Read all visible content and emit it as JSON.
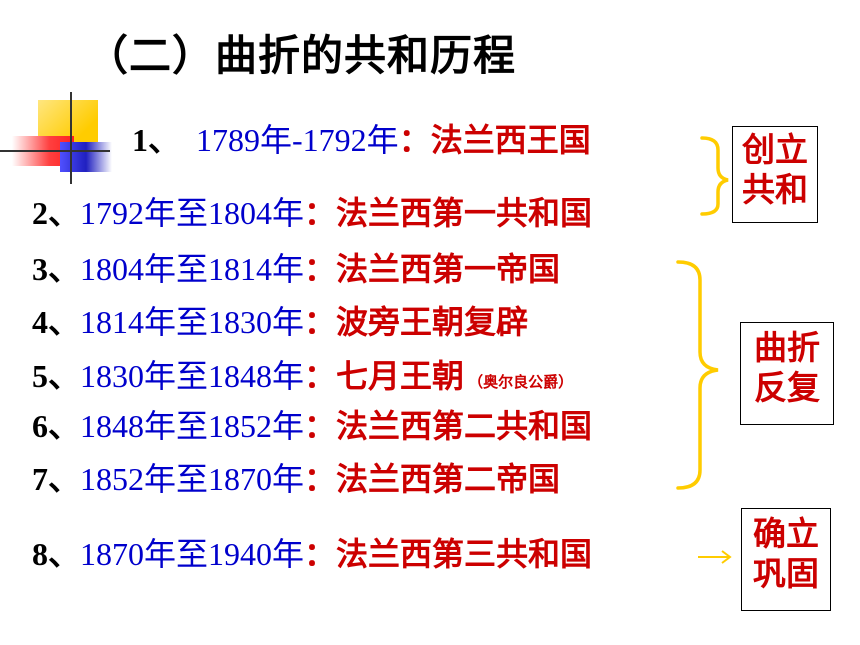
{
  "title": "（二）曲折的共和历程",
  "rows": [
    {
      "num": "1、",
      "years": "1789年-1792年",
      "colon": "：",
      "regime": "法兰西王国",
      "note": ""
    },
    {
      "num": "2、",
      "years": "1792年至1804年",
      "colon": "：",
      "regime": "法兰西第一共和国",
      "note": ""
    },
    {
      "num": "3、",
      "years": "1804年至1814年",
      "colon": "：",
      "regime": "法兰西第一帝国",
      "note": ""
    },
    {
      "num": "4、",
      "years": "1814年至1830年",
      "colon": "：",
      "regime": "波旁王朝复辟",
      "note": ""
    },
    {
      "num": "5、",
      "years": "1830年至1848年",
      "colon": "：",
      "regime": "七月王朝",
      "note": "（奥尔良公爵）"
    },
    {
      "num": "6、",
      "years": "1848年至1852年",
      "colon": "：",
      "regime": "法兰西第二共和国",
      "note": ""
    },
    {
      "num": "7、",
      "years": "1852年至1870年",
      "colon": "：",
      "regime": "法兰西第二帝国",
      "note": ""
    },
    {
      "num": "8、",
      "years": "1870年至1940年",
      "colon": "：",
      "regime": "法兰西第三共和国",
      "note": ""
    }
  ],
  "boxes": {
    "establish": {
      "line1": "创立",
      "line2": "共和"
    },
    "twists": {
      "line1": "曲折",
      "line2": "反复"
    },
    "consolidate": {
      "line1": "确立",
      "line2": "巩固"
    }
  },
  "colors": {
    "red": "#cc0000",
    "blue": "#0000cc",
    "bracket": "#ffcc00",
    "arrow": "#ffcc00"
  }
}
